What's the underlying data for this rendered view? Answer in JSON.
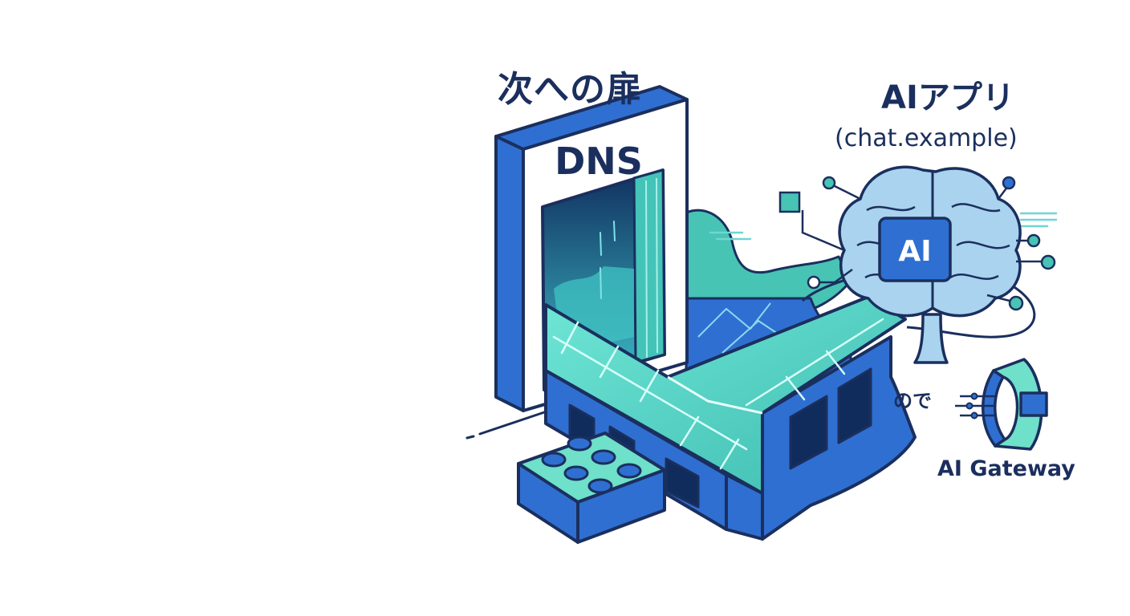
{
  "labels": {
    "door_title": "次への扉",
    "door_sign": "DNS",
    "app_title": "AIアプリ",
    "app_domain": "(chat.example)",
    "chip_text": "AI",
    "connector": "ので",
    "gateway": "AI Gateway"
  },
  "palette": {
    "outline": "#1b2f5e",
    "blue": "#2f6fd1",
    "mint": "#6fe0c9",
    "teal": "#47c4b4",
    "light_blue": "#a9d3ee",
    "dark_interior": "#173a72"
  },
  "icons": {
    "brain": "brain-icon",
    "gateway": "gateway-ring-icon",
    "block": "lego-block-icon"
  }
}
